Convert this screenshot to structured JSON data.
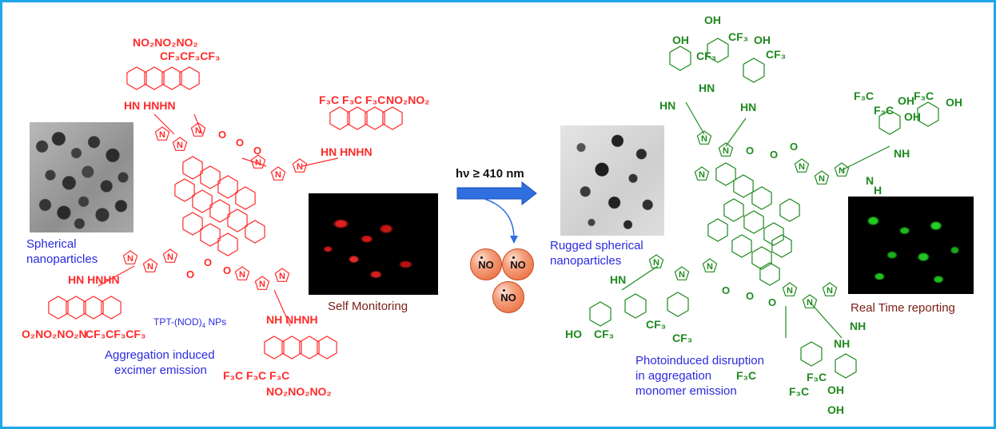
{
  "colors": {
    "frame": "#1fa7e6",
    "aggregate_structure": "#ff2a2a",
    "monomer_structure": "#1f8a1f",
    "caption": "#2b2be0",
    "image_caption": "#7a1f14",
    "arrow": "#2f6fe0"
  },
  "left": {
    "tem_caption_line1": "Spherical",
    "tem_caption_line2": "nanoparticles",
    "np_label": "TPT-(NOD)4 NPs",
    "np_label_base": "TPT-(NOD)",
    "np_label_sub": "4",
    "np_label_suffix": " NPs",
    "emission_line1": "Aggregation induced",
    "emission_line2": "excimer emission",
    "cell_caption": "Self Monitoring"
  },
  "middle": {
    "condition_hv": "hν ≥ ",
    "condition_wavelength": "410 nm",
    "released_species": "NO",
    "bubble_count": 3
  },
  "right": {
    "tem_caption_line1": "Rugged spherical",
    "tem_caption_line2": "nanoparticles",
    "disruption_line1": "Photoinduced disruption",
    "disruption_line2": "in aggregation",
    "disruption_line3": "monomer emission",
    "cell_caption": "Real Time reporting"
  },
  "red_labels": {
    "top_nitro": "NO₂NO₂NO₂",
    "top_cf3": "CF₃CF₃CF₃",
    "top_nh": "HN HNHN",
    "upper_right_cf3": "F₃C F₃C F₃C",
    "upper_right_nitro": "NO₂NO₂",
    "upper_right_nh": "HN HNHN",
    "lower_left_nh": "HN HNHN",
    "lower_left_nitro": "O₂NO₂NO₂N",
    "lower_left_cf3": "CF₃CF₃CF₃",
    "lower_mid_nh": "NH NHNH",
    "lower_mid_cf3": "F₃C F₃C F₃C",
    "lower_mid_nitro": "NO₂NO₂NO₂",
    "tetrazole_n": "N",
    "ester_o": "O"
  },
  "green_labels": {
    "oh": "OH",
    "cf3": "CF₃",
    "f3c": "F₃C",
    "hn": "HN",
    "nh": "NH",
    "ho": "HO",
    "n": "N",
    "h": "H",
    "o": "O"
  }
}
